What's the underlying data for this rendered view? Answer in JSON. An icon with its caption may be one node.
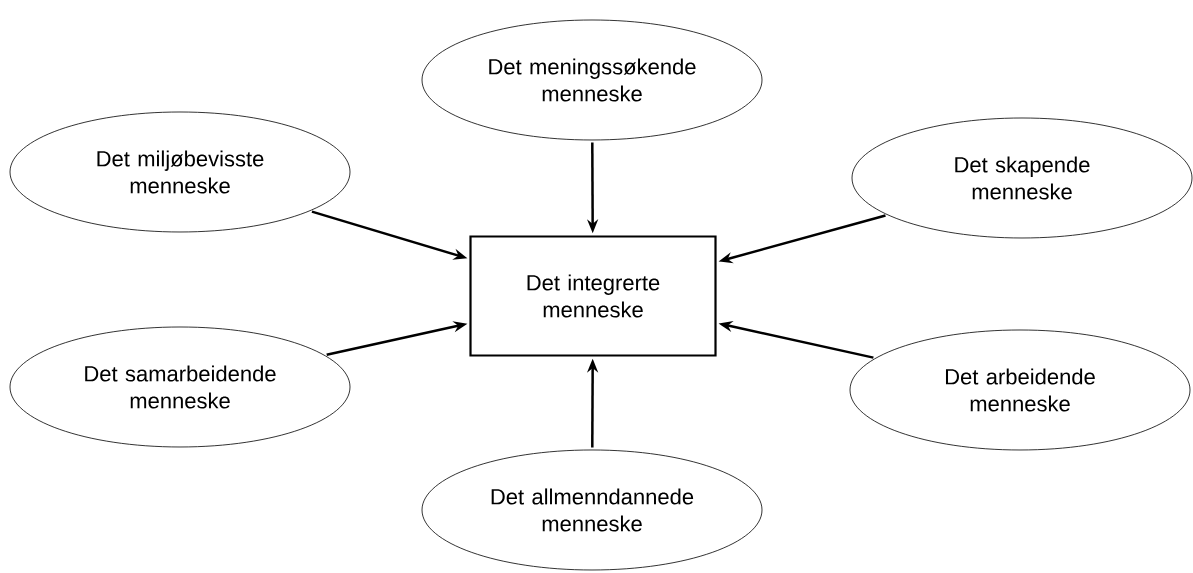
{
  "diagram": {
    "nodes": [
      {
        "text": [
          "Det meningssøkende menneske"
        ]
      },
      {
        "text": [
          "Det miljøbevisste menneske"
        ]
      },
      {
        "text": [
          "Det skapende menneske"
        ]
      },
      {
        "text": [
          "Det integrerte menneske"
        ]
      },
      {
        "text": [
          "Det samarbeidende menneske"
        ]
      },
      {
        "text": [
          "Det arbeidende menneske"
        ]
      },
      {
        "text": [
          "Det allmenndannede menneske"
        ]
      }
    ],
    "edges": [
      {
        "from": 0,
        "to": 3,
        "arrow": "to"
      },
      {
        "from": 1,
        "to": 3,
        "arrow": "to"
      },
      {
        "from": 2,
        "to": 3,
        "arrow": "to"
      },
      {
        "from": 4,
        "to": 3,
        "arrow": "to"
      },
      {
        "from": 5,
        "to": 3,
        "arrow": "to"
      },
      {
        "from": 6,
        "to": 3,
        "arrow": "to"
      }
    ]
  }
}
